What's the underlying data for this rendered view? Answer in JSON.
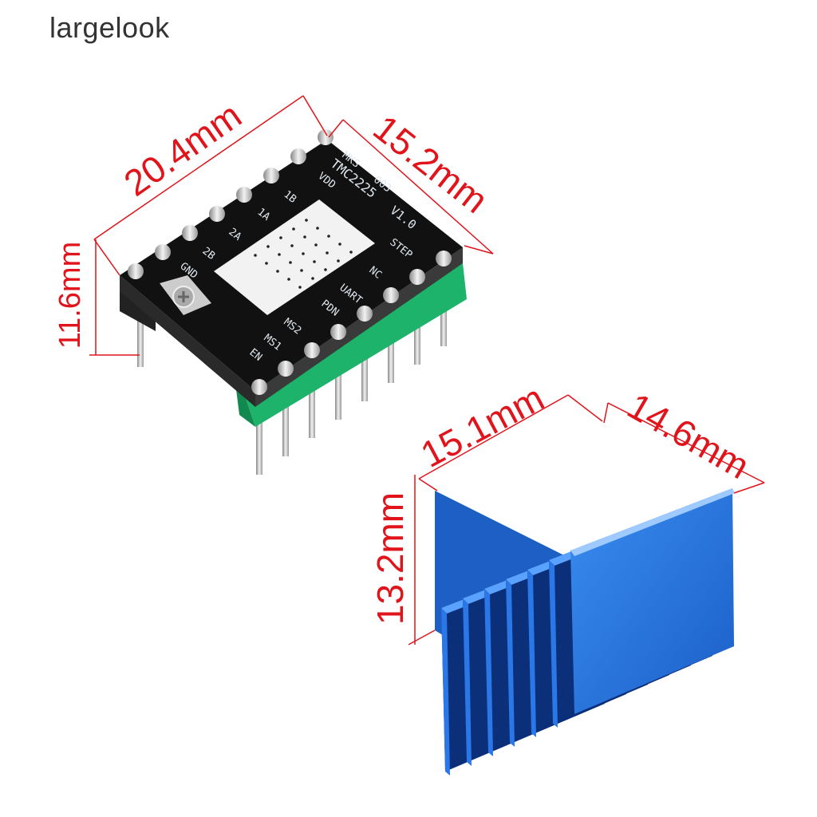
{
  "brand": {
    "watermark": "largelook"
  },
  "driver_board": {
    "silkscreen": {
      "brand": "MKS",
      "model": "TMC2225",
      "code": "003",
      "version": "V1.0",
      "pins_top": [
        "VDD",
        "1B",
        "1A",
        "2A",
        "2B",
        "GND"
      ],
      "pins_bottom": [
        "STEP",
        "NC",
        "UART",
        "PDN",
        "MS2",
        "MS1",
        "EN"
      ]
    },
    "dimensions": {
      "length": "20.4mm",
      "width": "15.2mm",
      "height": "11.6mm"
    }
  },
  "heatsink": {
    "dimensions": {
      "length": "15.1mm",
      "width": "14.6mm",
      "height": "13.2mm"
    }
  },
  "colors": {
    "dimension": "#e0141a",
    "heatsink": "#1e6fd8",
    "pcb": "#111111",
    "header": "#1db36a"
  }
}
